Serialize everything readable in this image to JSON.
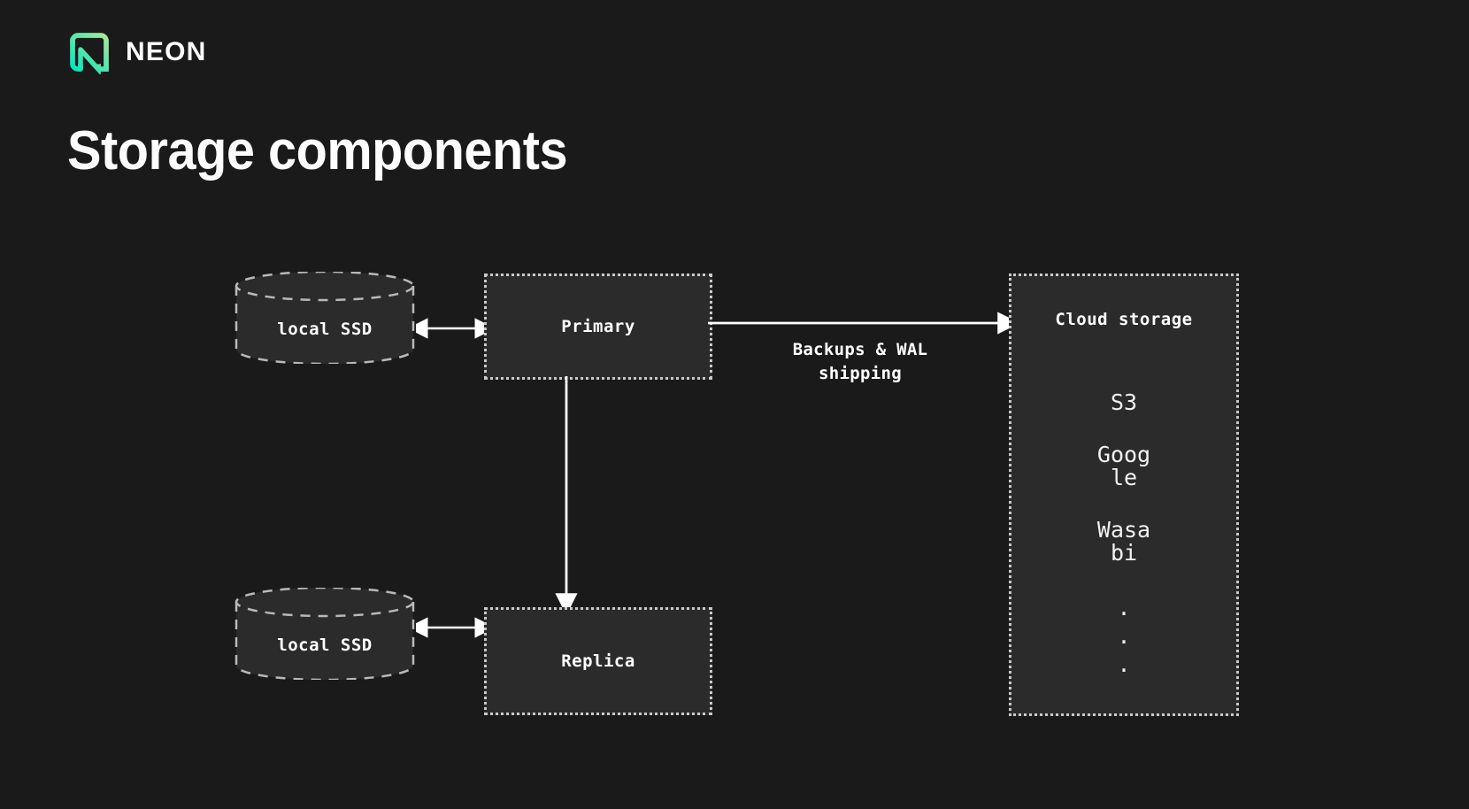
{
  "brand": {
    "name": "NEON",
    "logo_icon": "neon-logo-icon",
    "gradient_start": "#00e5c0",
    "gradient_end": "#9fe88d"
  },
  "page": {
    "title": "Storage components",
    "background_color": "#1a1a1a",
    "node_fill_color": "#2b2b2b",
    "border_color": "#c9c9c9",
    "text_color": "#ffffff"
  },
  "diagram": {
    "nodes": [
      {
        "id": "ssd-primary",
        "label": "local SSD",
        "shape": "cylinder"
      },
      {
        "id": "primary",
        "label": "Primary",
        "shape": "dotted-box"
      },
      {
        "id": "ssd-replica",
        "label": "local SSD",
        "shape": "cylinder"
      },
      {
        "id": "replica",
        "label": "Replica",
        "shape": "dotted-box"
      },
      {
        "id": "cloud",
        "label": "Cloud storage",
        "shape": "dotted-box"
      }
    ],
    "cloud_providers": [
      "S3",
      "Google",
      "Wasabi"
    ],
    "cloud_ellipsis": [
      ".",
      ".",
      "."
    ],
    "edges": [
      {
        "id": "ssd-primary-link",
        "type": "bidirectional",
        "label": ""
      },
      {
        "id": "ssd-replica-link",
        "type": "bidirectional",
        "label": ""
      },
      {
        "id": "primary-cloud-link",
        "type": "arrow",
        "label": "Backups & WAL\nshipping"
      },
      {
        "id": "primary-replica-link",
        "type": "arrow",
        "label": ""
      }
    ],
    "backup_label_line1": "Backups & WAL",
    "backup_label_line2": "shipping"
  }
}
